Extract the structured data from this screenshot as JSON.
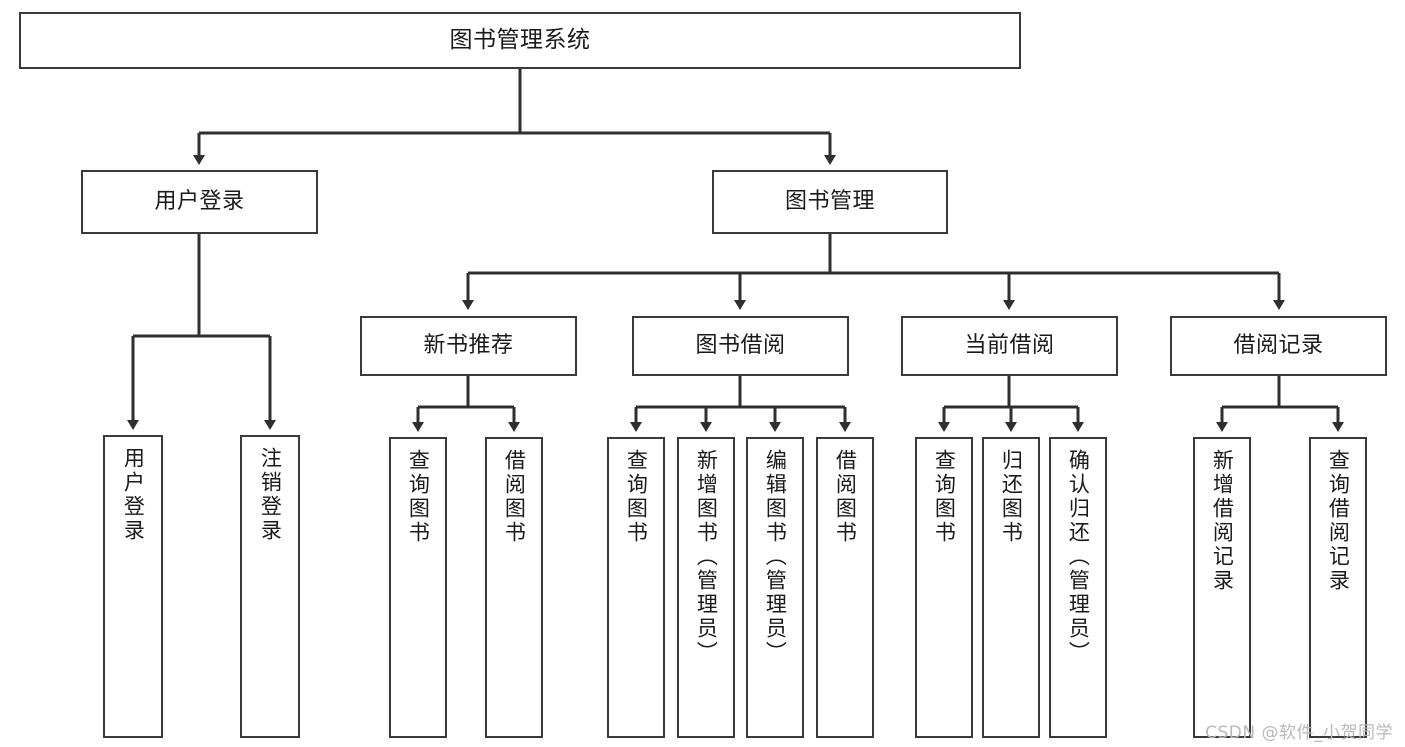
{
  "diagram": {
    "title": "图书管理系统",
    "watermark": "CSDN @软件_小贺同学",
    "type": "tree-hierarchy",
    "colors": {
      "stroke": "#3a3a3a",
      "fill": "#ffffff",
      "text": "#1a1a1a",
      "watermark": "#b9b9b9"
    },
    "levels": {
      "root": [
        "图书管理系统"
      ],
      "level1": [
        "用户登录",
        "图书管理"
      ],
      "level2": [
        "新书推荐",
        "图书借阅",
        "当前借阅",
        "借阅记录"
      ],
      "level3": [
        "用户登录",
        "注销登录",
        "查询图书",
        "借阅图书",
        "查询图书",
        "新增图书（管理员）",
        "编辑图书（管理员）",
        "借阅图书",
        "查询图书",
        "归还图书",
        "确认归还（管理员）",
        "新增借阅记录",
        "查询借阅记录"
      ]
    },
    "nodes": {
      "root": {
        "label": "图书管理系统"
      },
      "user_login": {
        "label": "用户登录"
      },
      "book_manage": {
        "label": "图书管理"
      },
      "new_book_rec": {
        "label": "新书推荐"
      },
      "book_borrow": {
        "label": "图书借阅"
      },
      "current_borrow": {
        "label": "当前借阅"
      },
      "borrow_record": {
        "label": "借阅记录"
      },
      "leaf_user_login": {
        "label": "用户登录"
      },
      "leaf_logout": {
        "label": "注销登录"
      },
      "leaf_query_book_a": {
        "label": "查询图书"
      },
      "leaf_borrow_book_a": {
        "label": "借阅图书"
      },
      "leaf_query_book_b": {
        "label": "查询图书"
      },
      "leaf_add_book": {
        "label": "新增图书（管理员）"
      },
      "leaf_edit_book": {
        "label": "编辑图书（管理员）"
      },
      "leaf_borrow_book_b": {
        "label": "借阅图书"
      },
      "leaf_query_book_c": {
        "label": "查询图书"
      },
      "leaf_return_book": {
        "label": "归还图书"
      },
      "leaf_confirm_return": {
        "label": "确认归还（管理员）"
      },
      "leaf_add_record": {
        "label": "新增借阅记录"
      },
      "leaf_query_record": {
        "label": "查询借阅记录"
      }
    },
    "edges": [
      {
        "from": "root",
        "to": "user_login"
      },
      {
        "from": "root",
        "to": "book_manage"
      },
      {
        "from": "book_manage",
        "to": "new_book_rec"
      },
      {
        "from": "book_manage",
        "to": "book_borrow"
      },
      {
        "from": "book_manage",
        "to": "current_borrow"
      },
      {
        "from": "book_manage",
        "to": "borrow_record"
      },
      {
        "from": "user_login",
        "to": "leaf_user_login"
      },
      {
        "from": "user_login",
        "to": "leaf_logout"
      },
      {
        "from": "new_book_rec",
        "to": "leaf_query_book_a"
      },
      {
        "from": "new_book_rec",
        "to": "leaf_borrow_book_a"
      },
      {
        "from": "book_borrow",
        "to": "leaf_query_book_b"
      },
      {
        "from": "book_borrow",
        "to": "leaf_add_book"
      },
      {
        "from": "book_borrow",
        "to": "leaf_edit_book"
      },
      {
        "from": "book_borrow",
        "to": "leaf_borrow_book_b"
      },
      {
        "from": "current_borrow",
        "to": "leaf_query_book_c"
      },
      {
        "from": "current_borrow",
        "to": "leaf_return_book"
      },
      {
        "from": "current_borrow",
        "to": "leaf_confirm_return"
      },
      {
        "from": "borrow_record",
        "to": "leaf_add_record"
      },
      {
        "from": "borrow_record",
        "to": "leaf_query_record"
      }
    ]
  }
}
